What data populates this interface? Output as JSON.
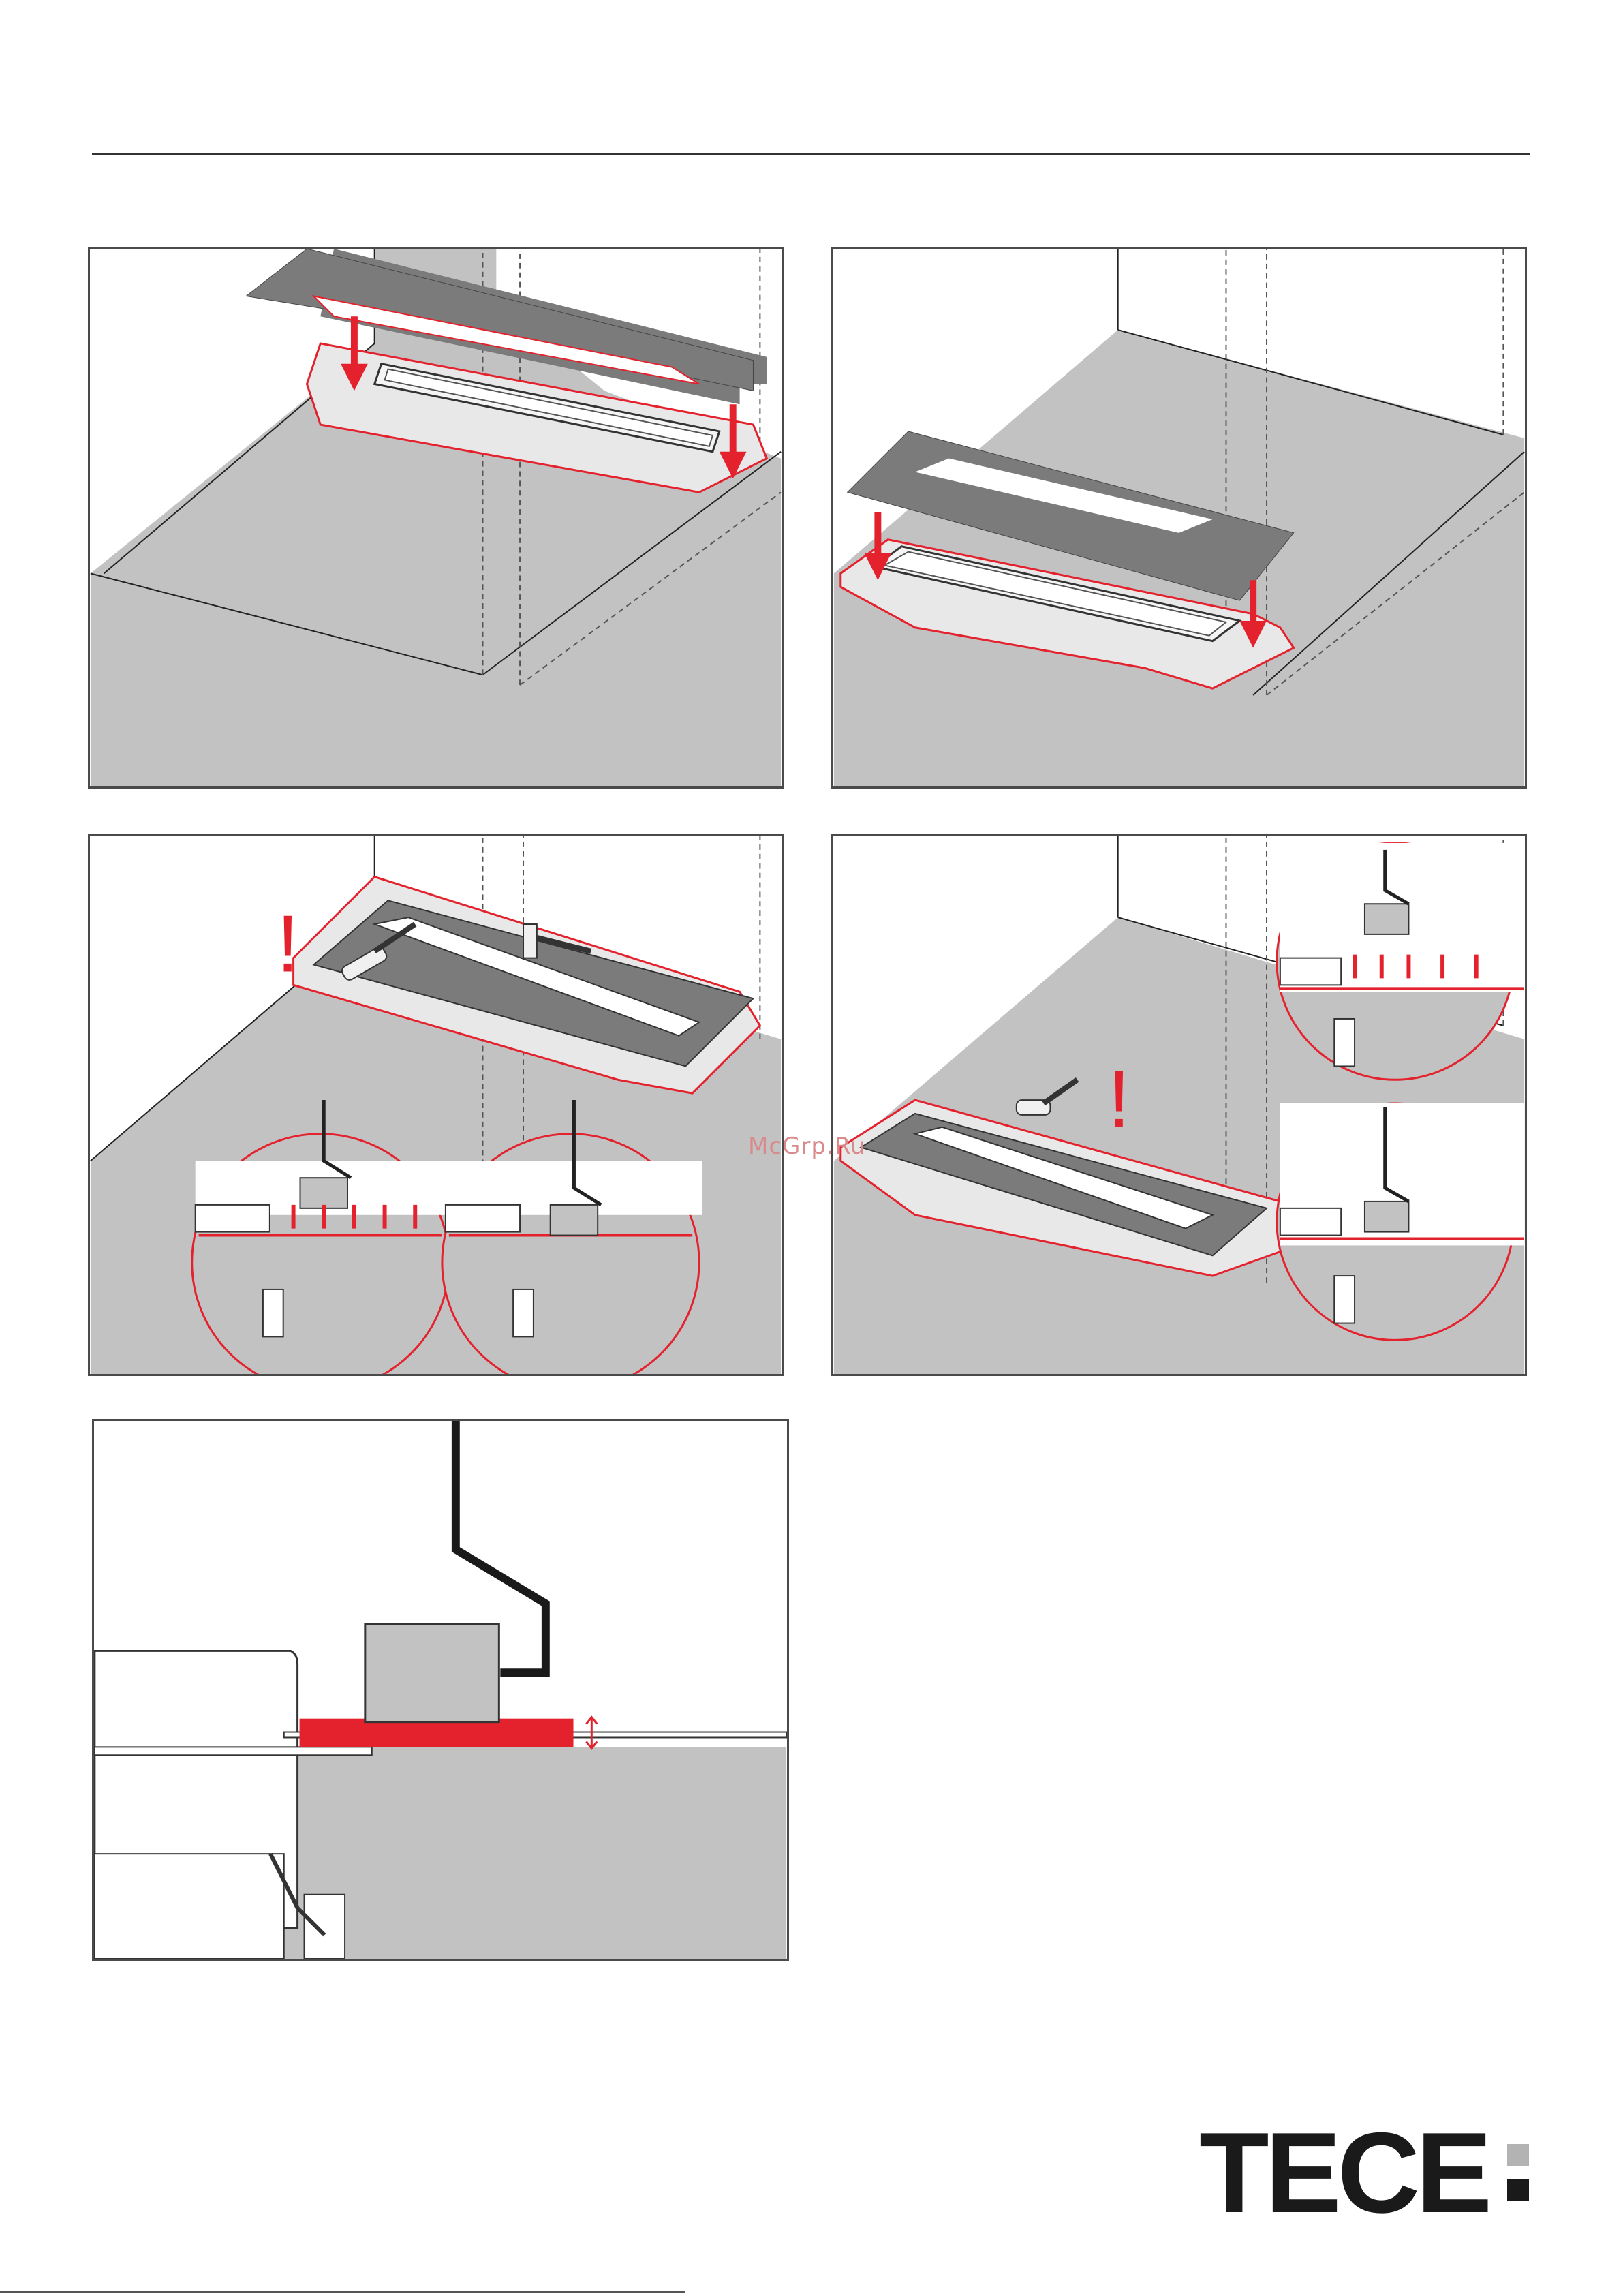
{
  "document": {
    "watermark": "McGrp.Ru",
    "brand": {
      "name": "TECE",
      "square_top_color": "#b3b3b3",
      "square_bottom_color": "#1a1a1a"
    },
    "colors": {
      "accent_red": "#e3222d",
      "floor_gray": "#c1c1c1",
      "membrane_gray": "#7b7b7b",
      "wall_white": "#ffffff"
    },
    "panels": [
      {
        "id": "step-1",
        "warning": ""
      },
      {
        "id": "step-2",
        "warning": ""
      },
      {
        "id": "step-3",
        "warning": "!"
      },
      {
        "id": "step-4",
        "warning": "!"
      },
      {
        "id": "step-5",
        "warning": ""
      }
    ]
  }
}
